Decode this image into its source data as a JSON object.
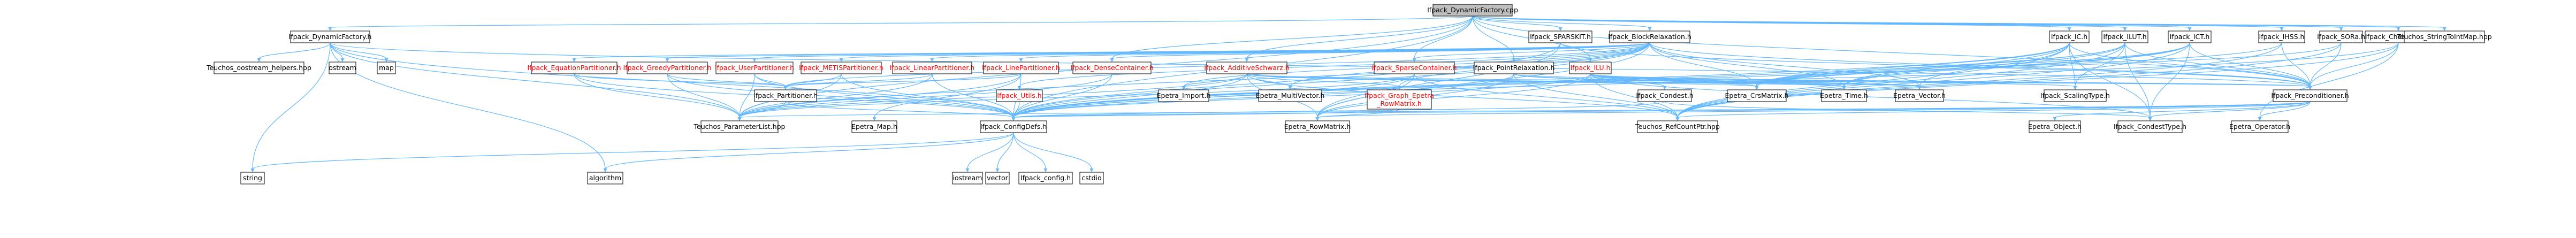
{
  "root": "Ifpack_DynamicFactory.cpp",
  "colors": {
    "edge": "#63b8ff",
    "root_fill": "#bfbfbf",
    "node_fill": "#ffffff",
    "border": "#000000",
    "text": "#000000",
    "link_text": "#ff0000"
  },
  "nodes": [
    {
      "id": "root",
      "label": "Ifpack_DynamicFactory.cpp",
      "style": "root"
    },
    {
      "id": "dynfac",
      "label": "Ifpack_DynamicFactory.h",
      "style": "box"
    },
    {
      "id": "sparskit",
      "label": "Ifpack_SPARSKIT.h",
      "style": "box"
    },
    {
      "id": "blockrel",
      "label": "Ifpack_BlockRelaxation.h",
      "style": "box"
    },
    {
      "id": "ic",
      "label": "Ifpack_IC.h",
      "style": "box"
    },
    {
      "id": "ilut",
      "label": "Ifpack_ILUT.h",
      "style": "box"
    },
    {
      "id": "ict",
      "label": "Ifpack_ICT.h",
      "style": "box"
    },
    {
      "id": "ihss",
      "label": "Ifpack_IHSS.h",
      "style": "box"
    },
    {
      "id": "sorа",
      "label": "Ifpack_SORa.h",
      "style": "box"
    },
    {
      "id": "cheby",
      "label": "Ifpack_Chebyshev.h",
      "style": "box"
    },
    {
      "id": "stringtoint",
      "label": "Teuchos_StringToIntMap.hpp",
      "style": "plain"
    },
    {
      "id": "oostream",
      "label": "Teuchos_oostream_helpers.hpp",
      "style": "plain"
    },
    {
      "id": "iostream1",
      "label": "ostream",
      "style": "plain"
    },
    {
      "id": "map",
      "label": "map",
      "style": "plain"
    },
    {
      "id": "equation",
      "label": "Ifpack_EquationPartitioner.h",
      "style": "link"
    },
    {
      "id": "greedy",
      "label": "Ifpack_GreedyPartitioner.h",
      "style": "link"
    },
    {
      "id": "user",
      "label": "Ifpack_UserPartitioner.h",
      "style": "link"
    },
    {
      "id": "metis",
      "label": "Ifpack_METISPartitioner.h",
      "style": "link"
    },
    {
      "id": "linearp",
      "label": "Ifpack_LinearPartitioner.h",
      "style": "link"
    },
    {
      "id": "linep",
      "label": "Ifpack_LinePartitioner.h",
      "style": "link"
    },
    {
      "id": "dense",
      "label": "Ifpack_DenseContainer.h",
      "style": "link"
    },
    {
      "id": "additive",
      "label": "Ifpack_AdditiveSchwarz.h",
      "style": "link"
    },
    {
      "id": "sparsecont",
      "label": "Ifpack_SparseContainer.h",
      "style": "link"
    },
    {
      "id": "pointrel",
      "label": "Ifpack_PointRelaxation.h",
      "style": "box"
    },
    {
      "id": "iluh",
      "label": "Ifpack_ILU.h",
      "style": "link"
    },
    {
      "id": "partitioner",
      "label": "Ifpack_Partitioner.h",
      "style": "box"
    },
    {
      "id": "utils",
      "label": "Ifpack_Utils.h",
      "style": "link"
    },
    {
      "id": "epimport",
      "label": "Epetra_Import.h",
      "style": "plain"
    },
    {
      "id": "multivec",
      "label": "Epetra_MultiVector.h",
      "style": "plain"
    },
    {
      "id": "graphrow1",
      "label": "Ifpack_Graph_Epetra",
      "style": "link"
    },
    {
      "id": "condest",
      "label": "Ifpack_Condest.h",
      "style": "box"
    },
    {
      "id": "crsmatrix",
      "label": "Epetra_CrsMatrix.h",
      "style": "plain"
    },
    {
      "id": "time",
      "label": "Epetra_Time.h",
      "style": "plain"
    },
    {
      "id": "vector",
      "label": "Epetra_Vector.h",
      "style": "plain"
    },
    {
      "id": "scaling",
      "label": "Ifpack_ScalingType.h",
      "style": "box"
    },
    {
      "id": "precond",
      "label": "Ifpack_Preconditioner.h",
      "style": "box"
    },
    {
      "id": "paramlist",
      "label": "Teuchos_ParameterList.hpp",
      "style": "plain"
    },
    {
      "id": "epmap",
      "label": "Epetra_Map.h",
      "style": "plain"
    },
    {
      "id": "configdefs",
      "label": "Ifpack_ConfigDefs.h",
      "style": "box"
    },
    {
      "id": "rowmatrix",
      "label": "Epetra_RowMatrix.h",
      "style": "plain"
    },
    {
      "id": "rcp",
      "label": "Teuchos_RefCountPtr.hpp",
      "style": "plain"
    },
    {
      "id": "epobject",
      "label": "Epetra_Object.h",
      "style": "plain"
    },
    {
      "id": "condesttype",
      "label": "Ifpack_CondestType.h",
      "style": "box"
    },
    {
      "id": "epoperator",
      "label": "Epetra_Operator.h",
      "style": "plain"
    },
    {
      "id": "string",
      "label": "string",
      "style": "plain"
    },
    {
      "id": "algorithm",
      "label": "algorithm",
      "style": "plain"
    },
    {
      "id": "iostream2",
      "label": "iostream",
      "style": "plain"
    },
    {
      "id": "vectorstd",
      "label": "vector",
      "style": "plain"
    },
    {
      "id": "config",
      "label": "Ifpack_config.h",
      "style": "plain"
    },
    {
      "id": "cstdio",
      "label": "cstdio",
      "style": "plain"
    }
  ],
  "graph_row_label": "_RowMatrix.h"
}
